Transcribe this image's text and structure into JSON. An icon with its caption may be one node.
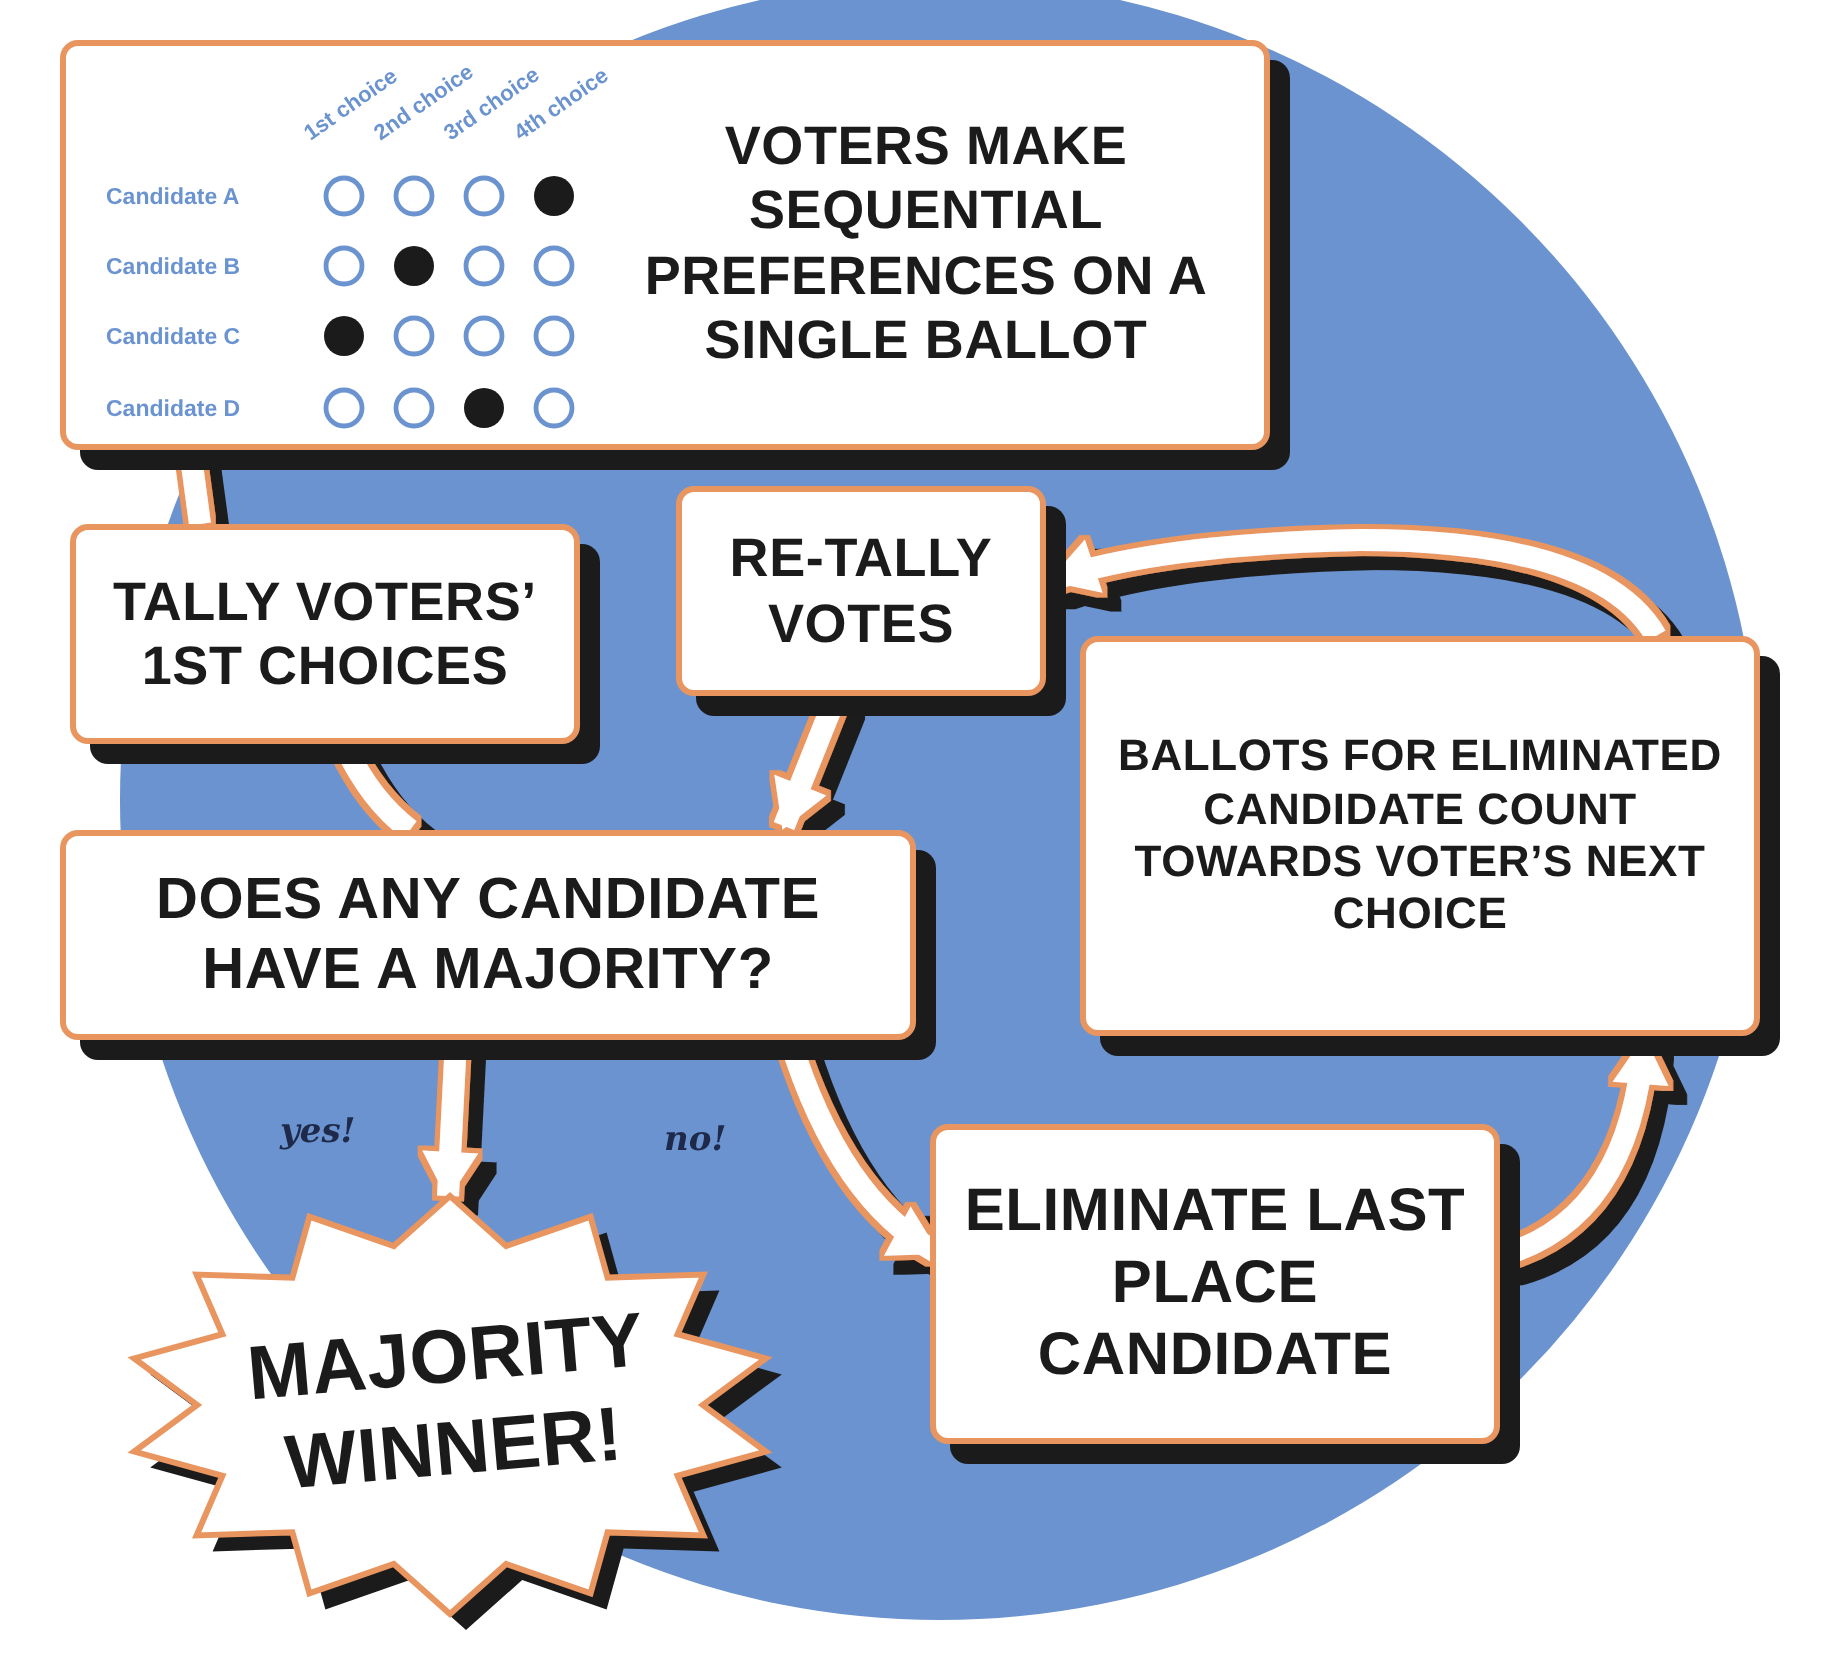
{
  "diagram": {
    "nodes": [
      {
        "text": [
          "VOTERS MAKE SEQUENTIAL PREFERENCES ON A SINGLE BALLOT"
        ]
      },
      {
        "text": [
          "TALLY VOTERS’ 1ST CHOICES"
        ]
      },
      {
        "text": [
          "RE-TALLY VOTES"
        ]
      },
      {
        "text": [
          "BALLOTS FOR ELIMINATED CANDIDATE COUNT TOWARDS VOTER’S NEXT CHOICE"
        ]
      },
      {
        "text": [
          "DOES ANY CANDIDATE HAVE A MAJORITY?"
        ]
      },
      {
        "text": [
          "ELIMINATE LAST PLACE CANDIDATE"
        ]
      },
      {
        "text": [
          "MAJORITY WINNER!"
        ]
      }
    ],
    "edges": [
      {
        "from": 0,
        "to": 1,
        "arrow": "none"
      },
      {
        "from": 1,
        "to": 4,
        "arrow": "none"
      },
      {
        "from": 4,
        "to": 6,
        "arrow": "to",
        "label": "yes!"
      },
      {
        "from": 4,
        "to": 5,
        "arrow": "to",
        "label": "no!"
      },
      {
        "from": 5,
        "to": 3,
        "arrow": "to"
      },
      {
        "from": 3,
        "to": 2,
        "arrow": "to"
      },
      {
        "from": 2,
        "to": 4,
        "arrow": "to"
      }
    ],
    "labels": [
      "1st choice",
      "2nd choice",
      "3rd choice",
      "4th choice",
      "Candidate A",
      "Candidate B",
      "Candidate C",
      "Candidate D"
    ]
  }
}
